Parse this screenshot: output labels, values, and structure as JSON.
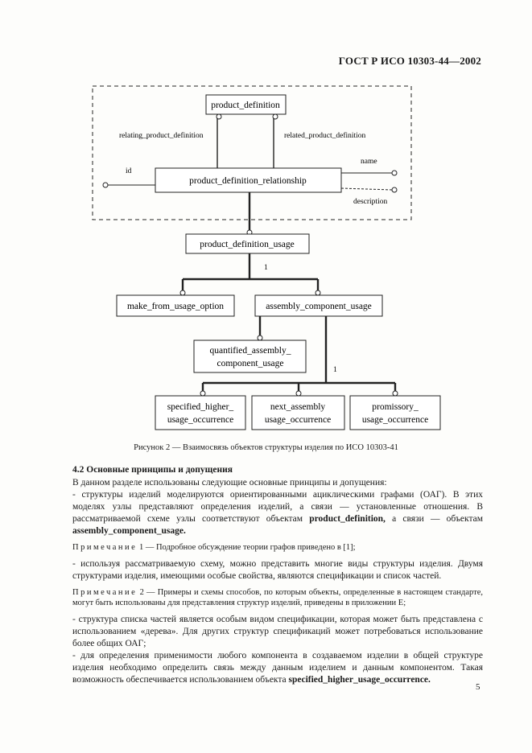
{
  "header": {
    "title": "ГОСТ Р ИСО 10303-44—2002"
  },
  "diagram": {
    "boxes": {
      "product_definition": "product_definition",
      "product_definition_relationship": "product_definition_relationship",
      "product_definition_usage": "product_definition_usage",
      "make_from_usage_option": "make_from_usage_option",
      "assembly_component_usage": "assembly_component_usage",
      "quantified_assembly_line1": "quantified_assembly_",
      "quantified_assembly_line2": "component_usage",
      "specified_higher_line1": "specified_higher_",
      "specified_higher_line2": "usage_occurrence",
      "next_assembly_line1": "next_assembly",
      "next_assembly_line2": "usage_occurrence",
      "promissory_line1": "promissory_",
      "promissory_line2": "usage_occurrence"
    },
    "labels": {
      "relating": "relating_product_definition",
      "related": "related_product_definition",
      "id": "id",
      "name": "name",
      "description": "description",
      "one_a": "1",
      "one_b": "1"
    }
  },
  "caption": "Рисунок 2 — Взаимосвязь объектов структуры изделия по ИСО 10303-41",
  "text": {
    "section": "4.2 Основные принципы и допущения",
    "intro": "В данном разделе использованы следующие основные принципы и допущения:",
    "p1_a": "- структуры изделий моделируются ориентированными ациклическими графами (ОАГ). В этих моделях узлы представляют определения изделий, а связи — установленные отношения. В рассматриваемой схеме узлы соответствуют объектам ",
    "p1_b": "product_definition,",
    "p1_c": " а связи — объектам ",
    "p1_d": "assembly_component_usage.",
    "note1_label": "Примечание",
    "note1_text": " 1 — Подробное обсуждение теории графов приведено в [1];",
    "p2": "- используя рассматриваемую схему, можно представить многие виды структуры изделия. Двумя структурами изделия, имеющими особые свойства, являются спецификации и список частей.",
    "note2_label": "Примечание",
    "note2_text": " 2 — Примеры и схемы способов, по которым объекты, определенные в настоящем стандарте, могут быть использованы для представления структур изделий, приведены в приложении Е;",
    "p3": "- структура списка частей является особым видом спецификации, которая может быть представлена с использованием «дерева». Для других структур спецификаций может потребоваться использование более общих ОАГ;",
    "p4_a": "- для определения применимости любого компонента в создаваемом изделии в общей структуре изделия необходимо определить связь между данным изделием и данным компонентом. Такая возможность обеспечивается использованием объекта ",
    "p4_b": "specified_higher_usage_occurrence."
  },
  "page_number": "5"
}
